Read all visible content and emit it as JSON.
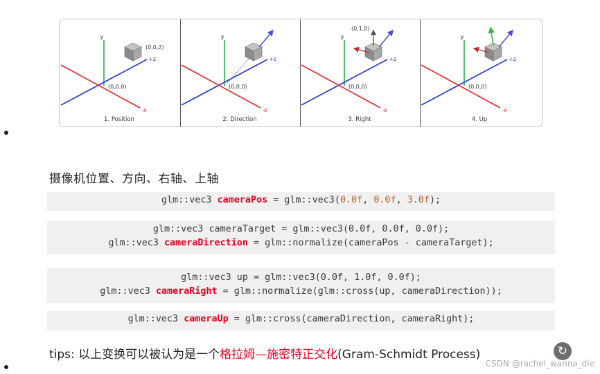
{
  "figure": {
    "panels": [
      {
        "caption": "1. Position",
        "labels": {
          "y": "y",
          "z": "+z",
          "x": "-x",
          "origin": "(0,0,0)",
          "point": "(0,0,2)"
        }
      },
      {
        "caption": "2. Direction",
        "labels": {
          "y": "y",
          "z": "+z",
          "x": "-x",
          "origin": "(0,0,0)"
        }
      },
      {
        "caption": "3. Right",
        "labels": {
          "y": "y",
          "z": "+z",
          "x": "-x",
          "origin": "(0,0,0)",
          "point": "(0,1,0)"
        }
      },
      {
        "caption": "4. Up",
        "labels": {
          "y": "y",
          "z": "+z",
          "x": "-x",
          "origin": "(0,0,0)"
        }
      }
    ],
    "colors": {
      "x_axis": "#e8242a",
      "y_axis": "#2aa84a",
      "z_axis": "#2c3fd1",
      "cube": "#9a9a9a"
    }
  },
  "heading": "摄像机位置、方向、右轴、上轴",
  "code_blocks": [
    {
      "lines": [
        [
          {
            "t": "glm::vec3 "
          },
          {
            "t": "cameraPos",
            "c": "hl"
          },
          {
            "t": " = glm::vec3("
          },
          {
            "t": "0.0f",
            "c": "num"
          },
          {
            "t": ", "
          },
          {
            "t": "0.0f",
            "c": "num"
          },
          {
            "t": ", "
          },
          {
            "t": "3.0f",
            "c": "num"
          },
          {
            "t": ");"
          }
        ]
      ]
    },
    {
      "lines": [
        [
          {
            "t": "glm::vec3 cameraTarget = glm::vec3(0.0f, 0.0f, 0.0f);"
          }
        ],
        [
          {
            "t": "glm::vec3 "
          },
          {
            "t": "cameraDirection",
            "c": "hl"
          },
          {
            "t": " = glm::normalize(cameraPos - cameraTarget);"
          }
        ]
      ]
    },
    {
      "lines": [
        [
          {
            "t": "glm::vec3 up = glm::vec3(0.0f, 1.0f, 0.0f);"
          }
        ],
        [
          {
            "t": "glm::vec3 "
          },
          {
            "t": "cameraRight",
            "c": "hl"
          },
          {
            "t": " = glm::normalize(glm::cross(up, cameraDirection));"
          }
        ]
      ]
    },
    {
      "lines": [
        [
          {
            "t": "glm::vec3 "
          },
          {
            "t": "cameraUp",
            "c": "hl"
          },
          {
            "t": " = glm::cross(cameraDirection, cameraRight);"
          }
        ]
      ]
    }
  ],
  "tips": {
    "prefix": "tips: 以上变换可以被认为是一个",
    "highlight": "格拉姆—施密特正交化",
    "suffix": "(Gram-Schmidt Process)"
  },
  "watermark": "CSDN @rachel_wanna_die",
  "refresh_icon": "refresh-icon"
}
